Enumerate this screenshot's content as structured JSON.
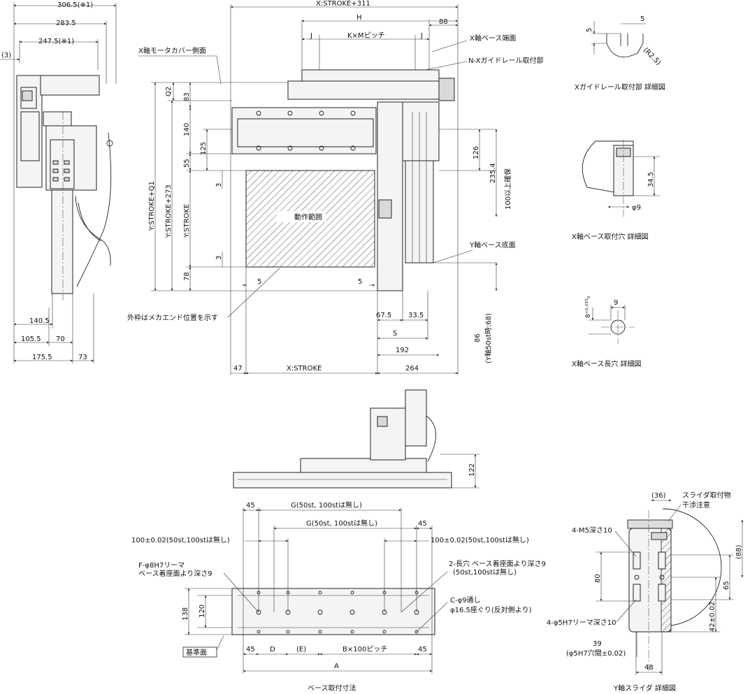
{
  "dims": {
    "top_306_5": "306.5(※1)",
    "top_283_5": "283.5",
    "top_247_5": "247.5(※1)",
    "paren_3": "(3)",
    "d140_5": "140.5",
    "d105_5": "105.5",
    "d70": "70",
    "d175_5": "175.5",
    "d73": "73",
    "x_stroke_311": "X:STROKE+311",
    "h": "H",
    "d88": "88",
    "j1": "J",
    "kxm": "K×Mピッチ",
    "j2": "J",
    "q2": "Q2",
    "d83": "83",
    "d140": "140",
    "d125": "125",
    "d55": "55",
    "y_stroke_q1": "Y:STROKE+Q1",
    "y_stroke_273": "Y:STROKE+273",
    "y_stroke": "Y:STROKE",
    "d3a": "3",
    "d3b": "3",
    "d78": "78",
    "d5a": "5",
    "d5b": "5",
    "d126": "126",
    "d235_4": "235.4",
    "d100min": "100以上確保",
    "d67_5": "67.5",
    "d33_5": "33.5",
    "s": "S",
    "d192": "192",
    "d86": "86",
    "d86_note": "(Y軸50st時:68)",
    "d47": "47",
    "x_stroke": "X:STROKE",
    "d264": "264",
    "d122": "122",
    "b45a": "45",
    "g1": "G(50st, 100stは無し)",
    "g2": "G(50st, 100stは無し)",
    "b45b": "45",
    "tol100_l": "100±0.02(50st,100stは無し)",
    "tol100_r": "100±0.02(50st,100stは無し)",
    "d138": "138",
    "d120": "120",
    "b45c": "45",
    "bd": "D",
    "be": "(E)",
    "bpitch": "B×100ピッチ",
    "b45d": "45",
    "ba": "A",
    "g5": "5",
    "g5b": "5",
    "r2_5": "(R2.5)",
    "d34_5": "34.5",
    "phi9": "φ9",
    "d8tol": "8⁺⁰·⁰¹⁵₀",
    "d9": "9",
    "s36": "(36)",
    "s88": "(88)",
    "s80": "80",
    "s65": "65",
    "s42": "42±0.02",
    "s39": "39",
    "s39note": "(φ5H7穴間±0.02)",
    "s48": "48"
  },
  "labels": {
    "x_motor_cover": "X軸モータカバー側面",
    "x_base_end": "X軸ベース端面",
    "nx_guide": "N-Xガイドレール取付部",
    "operating_range": "動作範囲",
    "y_base_bottom": "Y軸ベース底面",
    "outer_frame": "外枠はメカエンド位置を示す",
    "f_phi8": "F-φ8H7リーマ",
    "f_phi8_depth": "ベース着座面より深さ9",
    "slot2": "2-長穴 ベース着座面より深さ9",
    "slot2_note": "(50st,100stは無し)",
    "c_phi9": "C-φ9通し",
    "c_phi9_cb": "φ16.5座ぐり(反対側より)",
    "ref_face": "基準面",
    "base_mount": "ベース取付寸法",
    "m5": "4-M5深さ10",
    "phi5h7": "4-φ5H7リーマ深さ10",
    "slider_mount": "スライダ取付物",
    "slider_interf": "干渉注意",
    "y_slider_detail": "Y軸スライダ 詳細図",
    "x_guide_detail": "Xガイドレール取付部 詳細図",
    "x_base_hole_detail": "X軸ベース取付穴 詳細図",
    "x_base_slot_detail": "X軸ベース長穴 詳細図"
  },
  "colors": {
    "line": "#222222",
    "hatch": "#555555",
    "fill": "#f4f4f4"
  }
}
